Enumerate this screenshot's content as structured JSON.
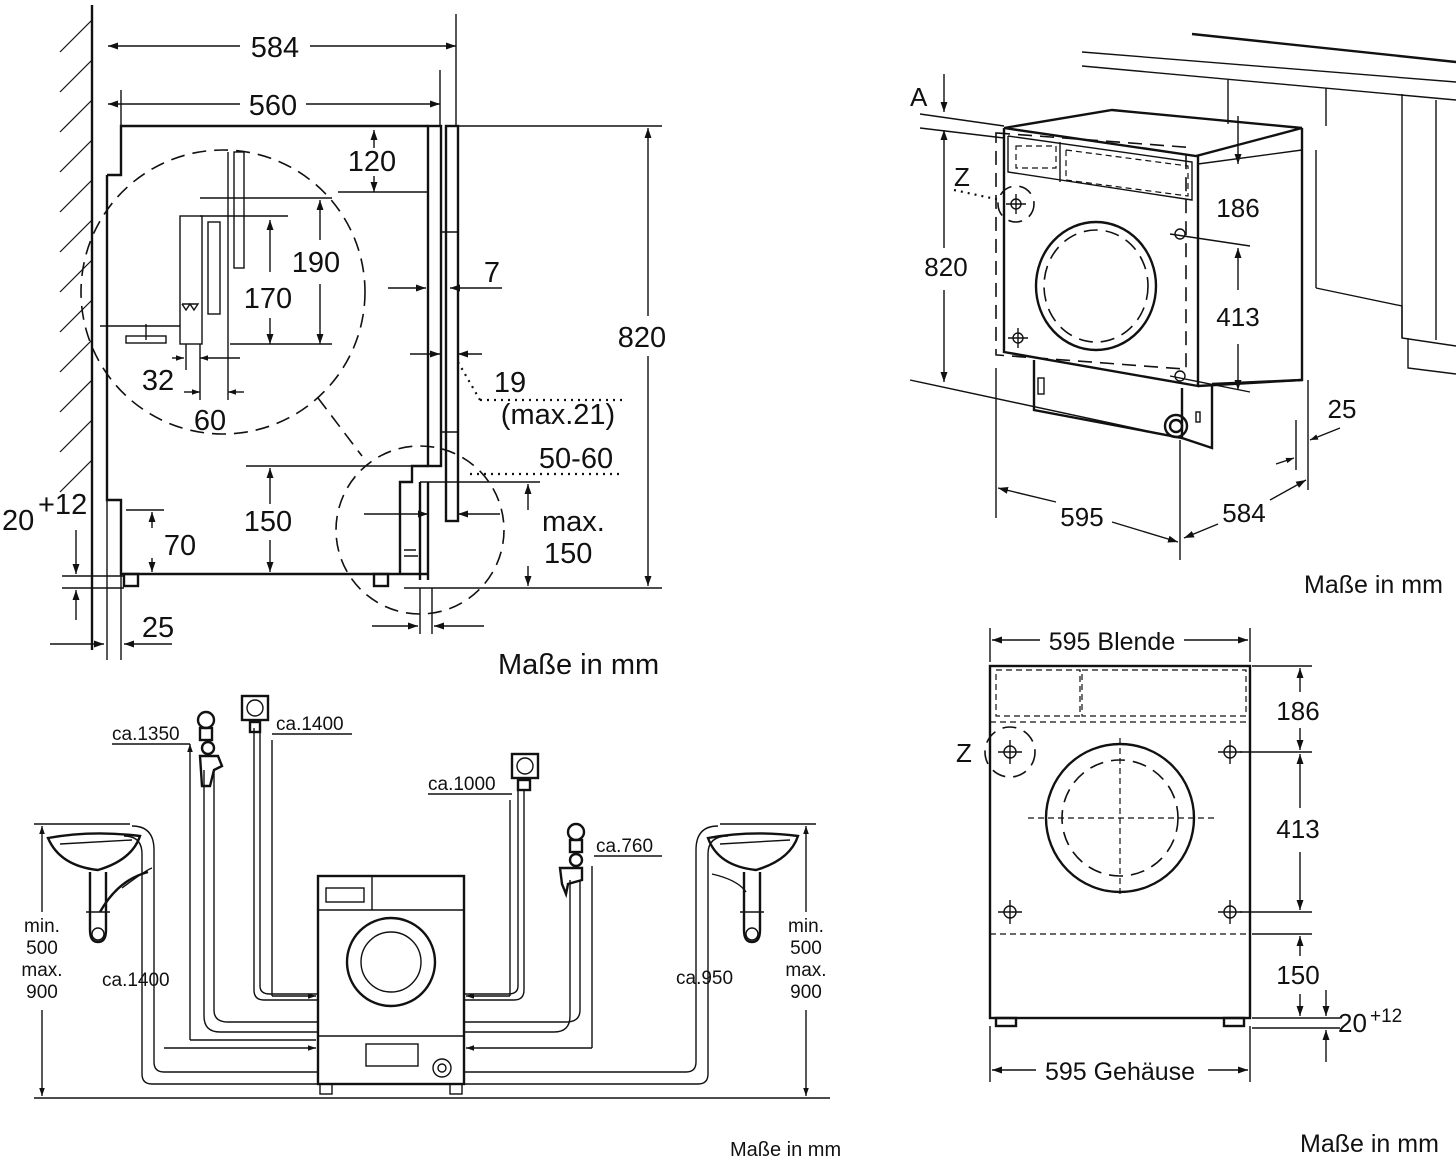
{
  "side_view": {
    "units_caption": "Maße in mm",
    "dims": {
      "width_584": "584",
      "width_560": "560",
      "top_120": "120",
      "d_190": "190",
      "d_170": "170",
      "d_7": "7",
      "height_820": "820",
      "d_32": "32",
      "d_60": "60",
      "d_19": "19",
      "d_max21": "(max.21)",
      "d_50_60": "50-60",
      "d_150": "150",
      "max_label": "max.",
      "max_150": "150",
      "foot_base": "20",
      "foot_sup": "+12",
      "d_70": "70",
      "d_25": "25"
    }
  },
  "perspective_view": {
    "units_caption": "Maße in mm",
    "labels": {
      "a": "A",
      "z": "Z",
      "height_820": "820",
      "d_186": "186",
      "d_413": "413",
      "d_25": "25",
      "width_595": "595",
      "depth_584": "584"
    }
  },
  "connections_view": {
    "units_caption": "Maße in mm",
    "labels": {
      "ca1350": "ca.1350",
      "ca1400_top": "ca.1400",
      "ca1000": "ca.1000",
      "ca760": "ca.760",
      "ca1400_hose": "ca.1400",
      "ca950": "ca.950",
      "min": "min.",
      "v500": "500",
      "max": "max.",
      "v900": "900"
    }
  },
  "front_view": {
    "units_caption": "Maße in mm",
    "labels": {
      "blende": "595 Blende",
      "gehaeuse": "595 Gehäuse",
      "z": "Z",
      "d_186": "186",
      "d_413": "413",
      "d_150": "150",
      "foot_base": "20",
      "foot_sup": "+12"
    }
  }
}
